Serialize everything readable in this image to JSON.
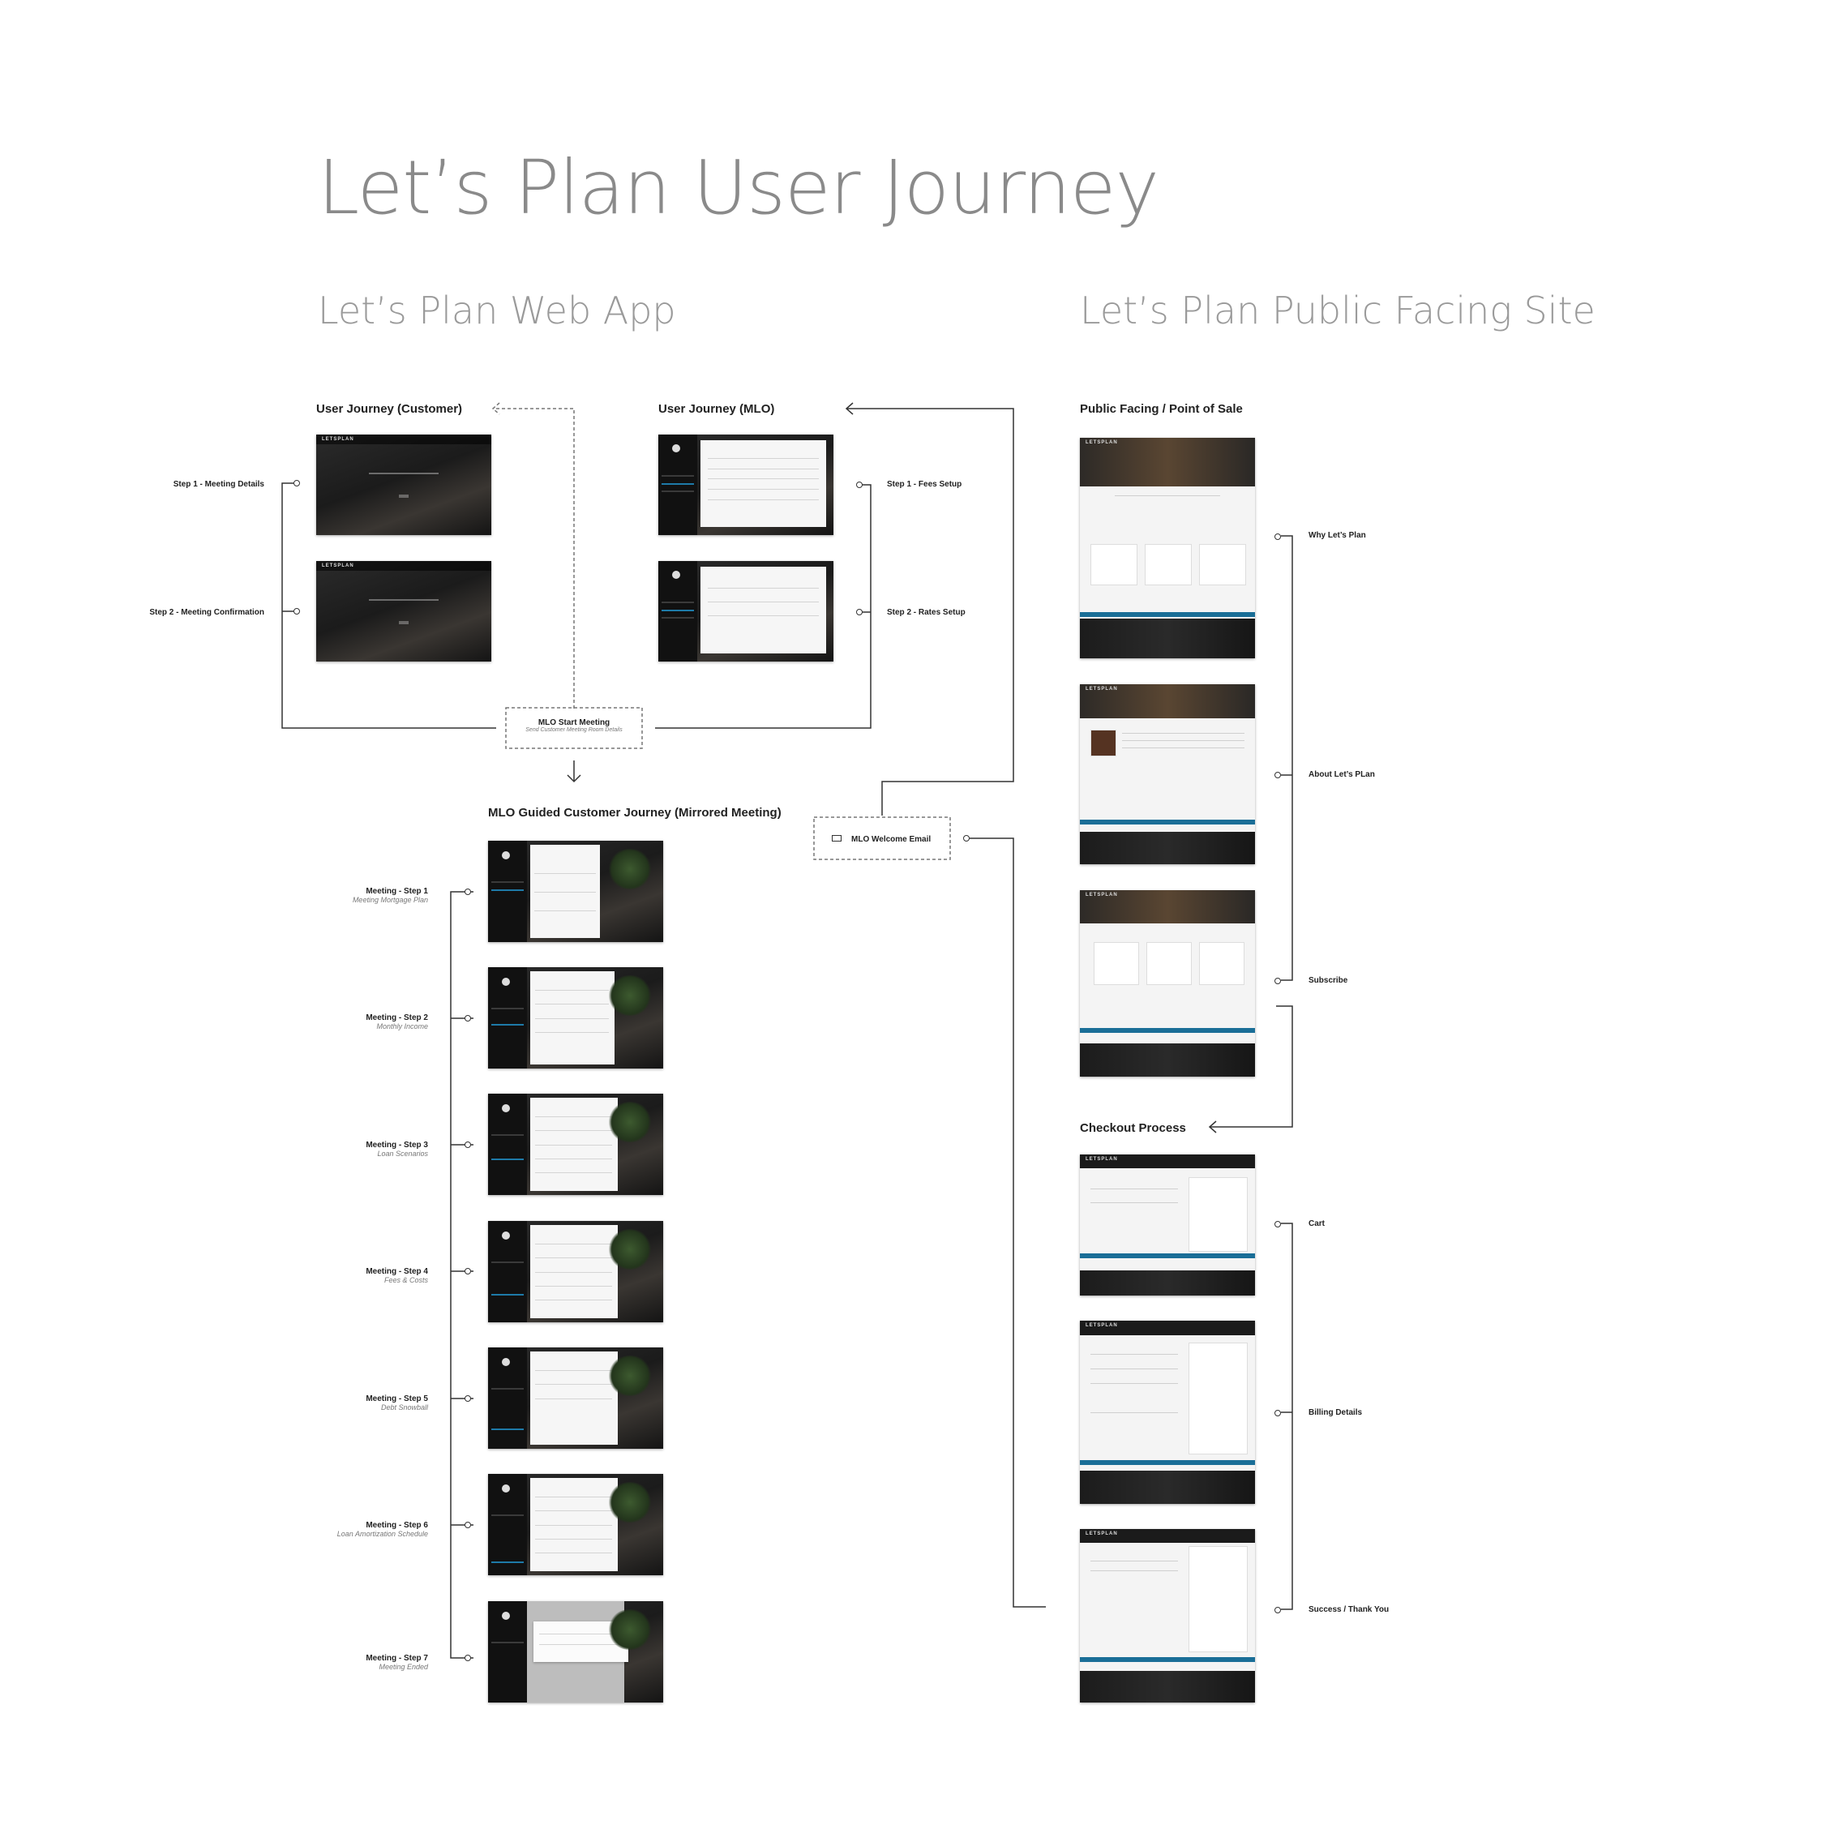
{
  "title": "Let’s Plan User Journey",
  "web_app": {
    "heading": "Let’s Plan Web App",
    "customer": {
      "title": "User Journey (Customer)",
      "steps": [
        {
          "label": "Step 1 - Meeting Details"
        },
        {
          "label": "Step 2 - Meeting Confirmation"
        }
      ]
    },
    "mlo": {
      "title": "User Journey (MLO)",
      "steps": [
        {
          "label": "Step 1 - Fees Setup"
        },
        {
          "label": "Step 2 - Rates Setup"
        }
      ]
    },
    "start_meeting": {
      "label": "MLO Start Meeting",
      "sub": "Send Customer Meeting Room Details"
    },
    "guided": {
      "title": "MLO Guided Customer Journey (Mirrored Meeting)",
      "steps": [
        {
          "label": "Meeting - Step 1",
          "sub": "Meeting Mortgage Plan"
        },
        {
          "label": "Meeting - Step 2",
          "sub": "Monthly Income"
        },
        {
          "label": "Meeting - Step 3",
          "sub": "Loan Scenarios"
        },
        {
          "label": "Meeting - Step 4",
          "sub": "Fees & Costs"
        },
        {
          "label": "Meeting - Step 5",
          "sub": "Debt Snowball"
        },
        {
          "label": "Meeting - Step 6",
          "sub": "Loan Amortization Schedule"
        },
        {
          "label": "Meeting - Step 7",
          "sub": "Meeting Ended"
        }
      ]
    },
    "welcome_email": {
      "label": "MLO Welcome Email",
      "icon": "envelope-icon"
    }
  },
  "public_site": {
    "heading": "Let’s Plan Public Facing Site",
    "pos": {
      "title": "Public Facing / Point of Sale",
      "steps": [
        {
          "label": "Why Let’s Plan"
        },
        {
          "label": "About  Let’s PLan"
        },
        {
          "label": "Subscribe"
        }
      ]
    },
    "checkout": {
      "title": "Checkout Process",
      "steps": [
        {
          "label": "Cart"
        },
        {
          "label": "Billing Details"
        },
        {
          "label": "Success / Thank You"
        }
      ]
    }
  },
  "thumb_logo": "LETSPLAN",
  "colors": {
    "accent": "#1a6e97",
    "line": "#333333",
    "heading": "#8a8a8a"
  }
}
